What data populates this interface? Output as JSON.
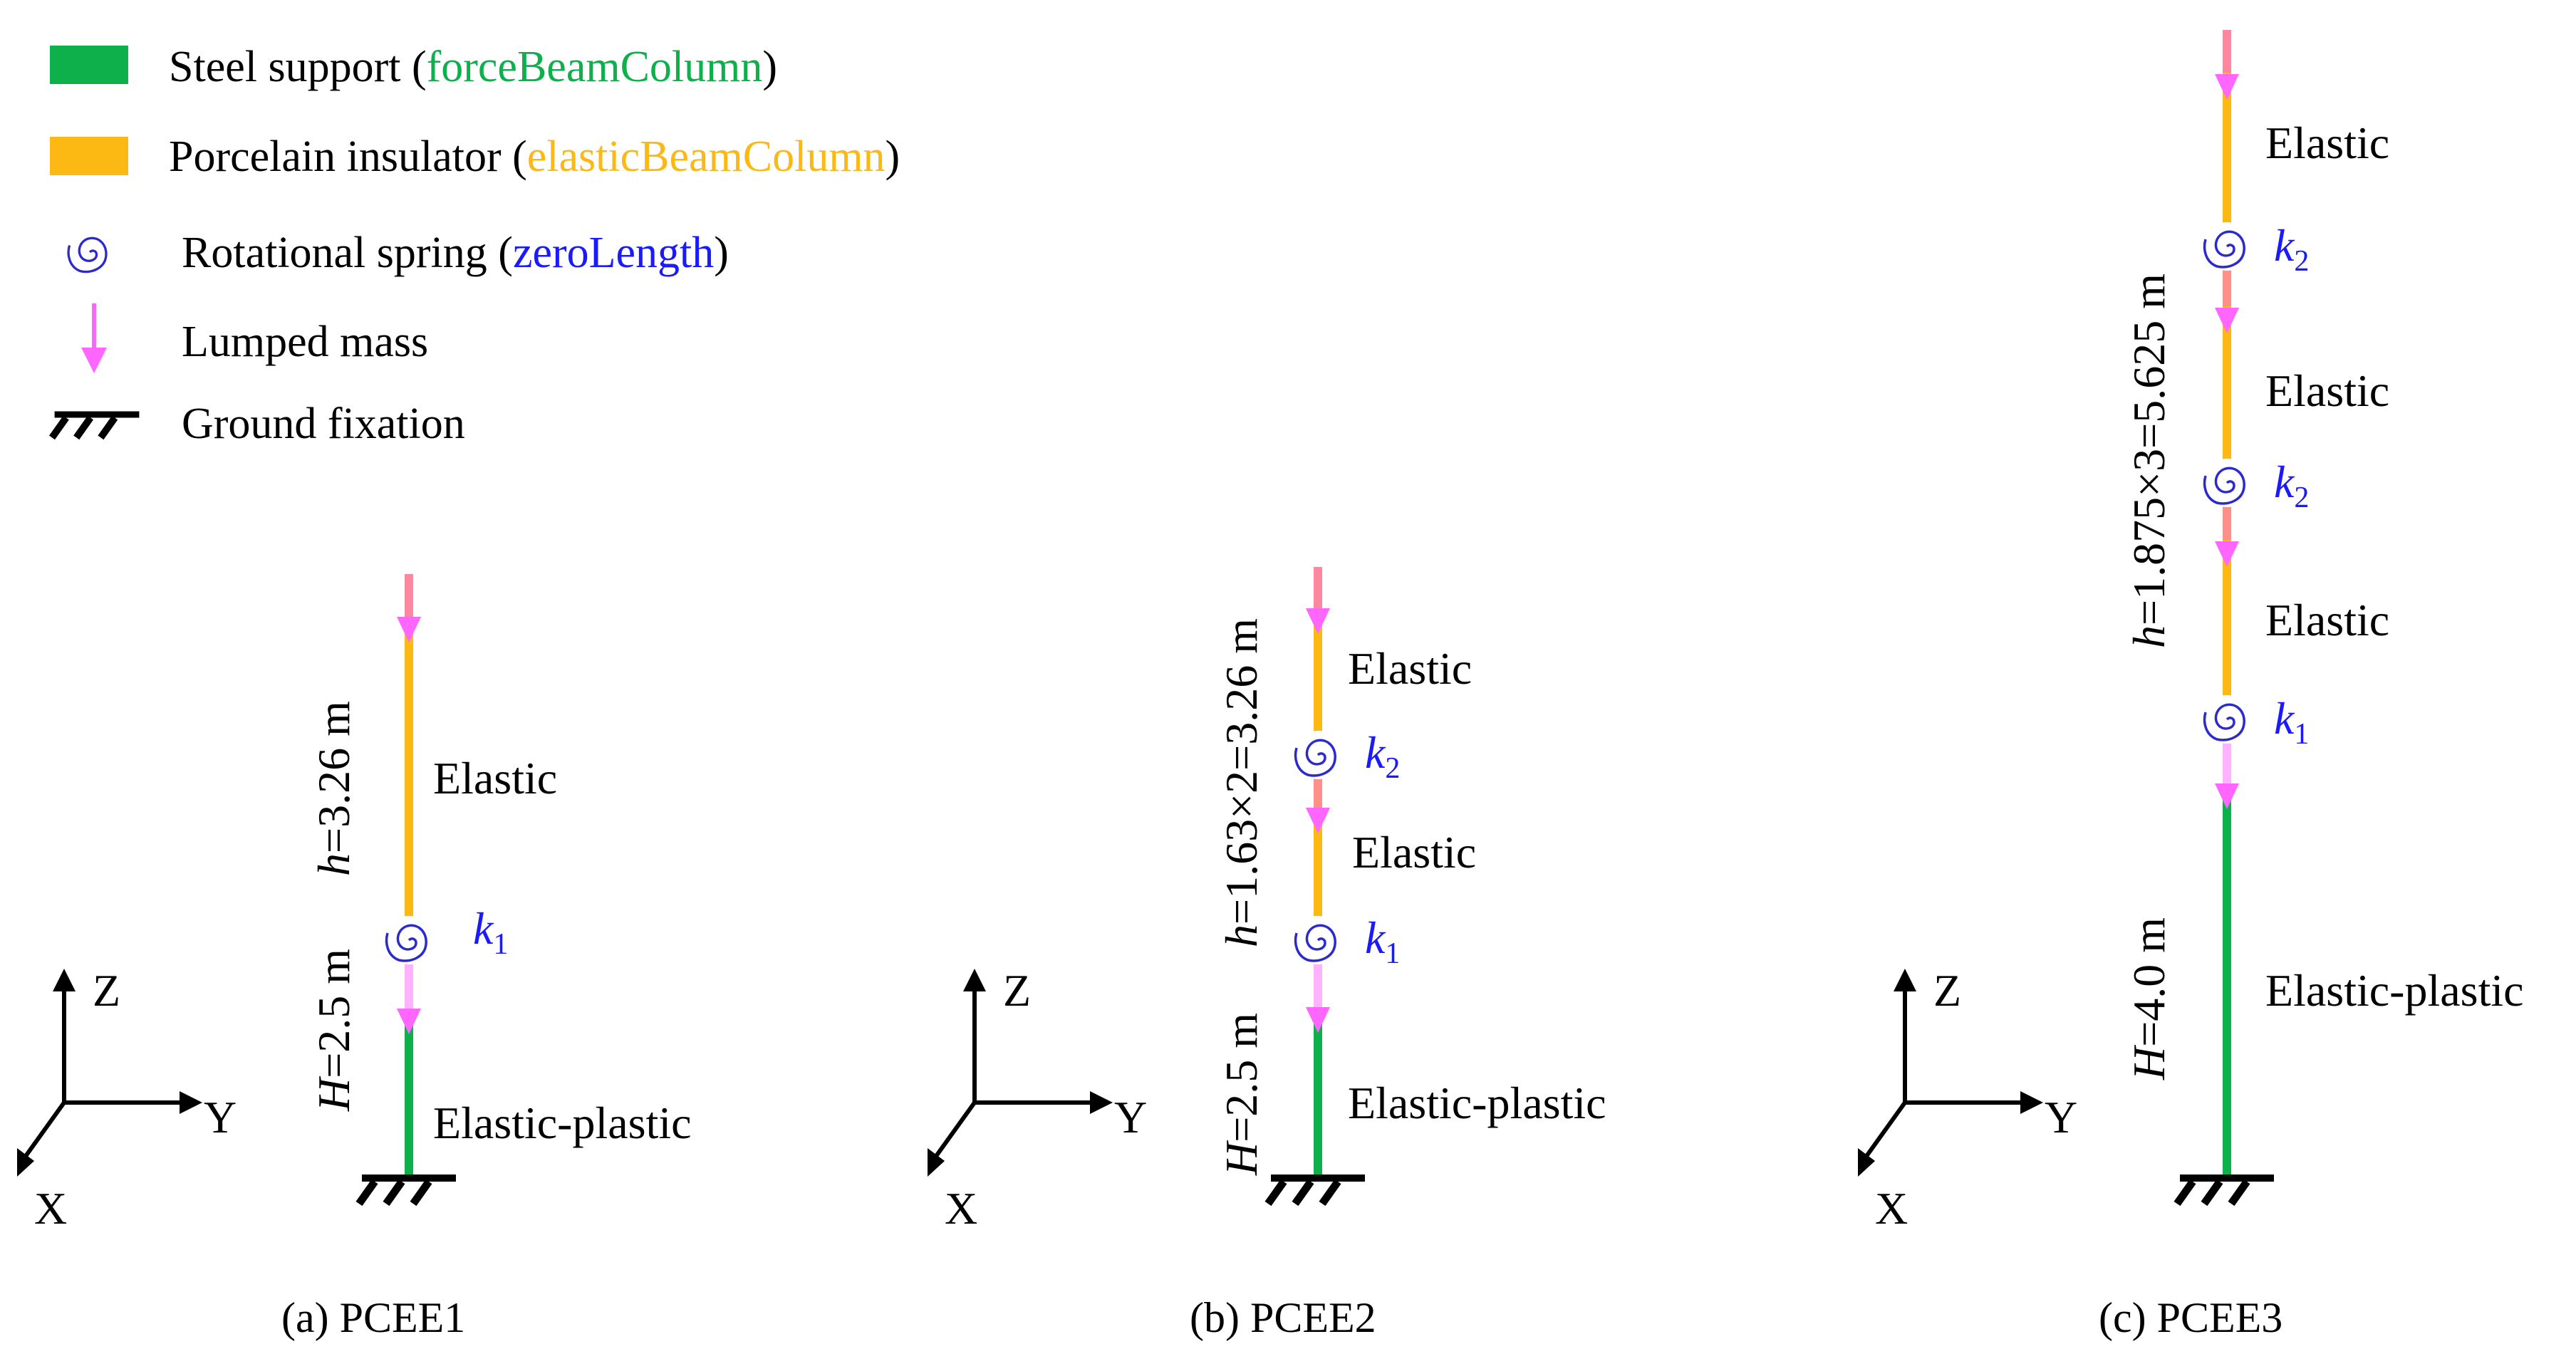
{
  "colors": {
    "steel": "#0db04b",
    "porcelain": "#fdb913",
    "spring": "#2b2bcc",
    "mass": "#ff66ff",
    "label_blue": "#1a1aff",
    "fixation": "#000000"
  },
  "legend": {
    "steel": {
      "icon": "green-bar",
      "text": "Steel support (",
      "element": "forceBeamColumn",
      "close": ")"
    },
    "porcelain": {
      "icon": "orange-bar",
      "text": "Porcelain insulator (",
      "element": "elasticBeamColumn",
      "close": ")"
    },
    "spring": {
      "icon": "spiral-spring-icon",
      "text": "Rotational spring (",
      "element": "zeroLength",
      "close": ")"
    },
    "mass": {
      "icon": "down-arrow-icon",
      "text": "Lumped mass"
    },
    "ground": {
      "icon": "ground-fixation-icon",
      "text": "Ground fixation"
    }
  },
  "axes": {
    "z": "Z",
    "y": "Y",
    "x": "X"
  },
  "models": {
    "pcee1": {
      "caption": "(a) PCEE1",
      "dim_upper": {
        "var": "h",
        "expr": "=3.26 m"
      },
      "dim_lower": {
        "var": "H",
        "expr": "=2.5 m"
      },
      "labels": [
        "Elastic",
        "Elastic-plastic"
      ],
      "springs": [
        {
          "k": "k",
          "sub": "1"
        }
      ]
    },
    "pcee2": {
      "caption": "(b) PCEE2",
      "dim_upper": {
        "var": "h",
        "expr": "=1.63×2=3.26 m"
      },
      "dim_lower": {
        "var": "H",
        "expr": "=2.5 m"
      },
      "labels": [
        "Elastic",
        "Elastic",
        "Elastic-plastic"
      ],
      "springs": [
        {
          "k": "k",
          "sub": "2"
        },
        {
          "k": "k",
          "sub": "1"
        }
      ]
    },
    "pcee3": {
      "caption": "(c) PCEE3",
      "dim_upper": {
        "var": "h",
        "expr": "=1.875×3=5.625 m"
      },
      "dim_lower": {
        "var": "H",
        "expr": "=4.0 m"
      },
      "labels": [
        "Elastic",
        "Elastic",
        "Elastic",
        "Elastic-plastic"
      ],
      "springs": [
        {
          "k": "k",
          "sub": "2"
        },
        {
          "k": "k",
          "sub": "2"
        },
        {
          "k": "k",
          "sub": "1"
        }
      ]
    }
  }
}
